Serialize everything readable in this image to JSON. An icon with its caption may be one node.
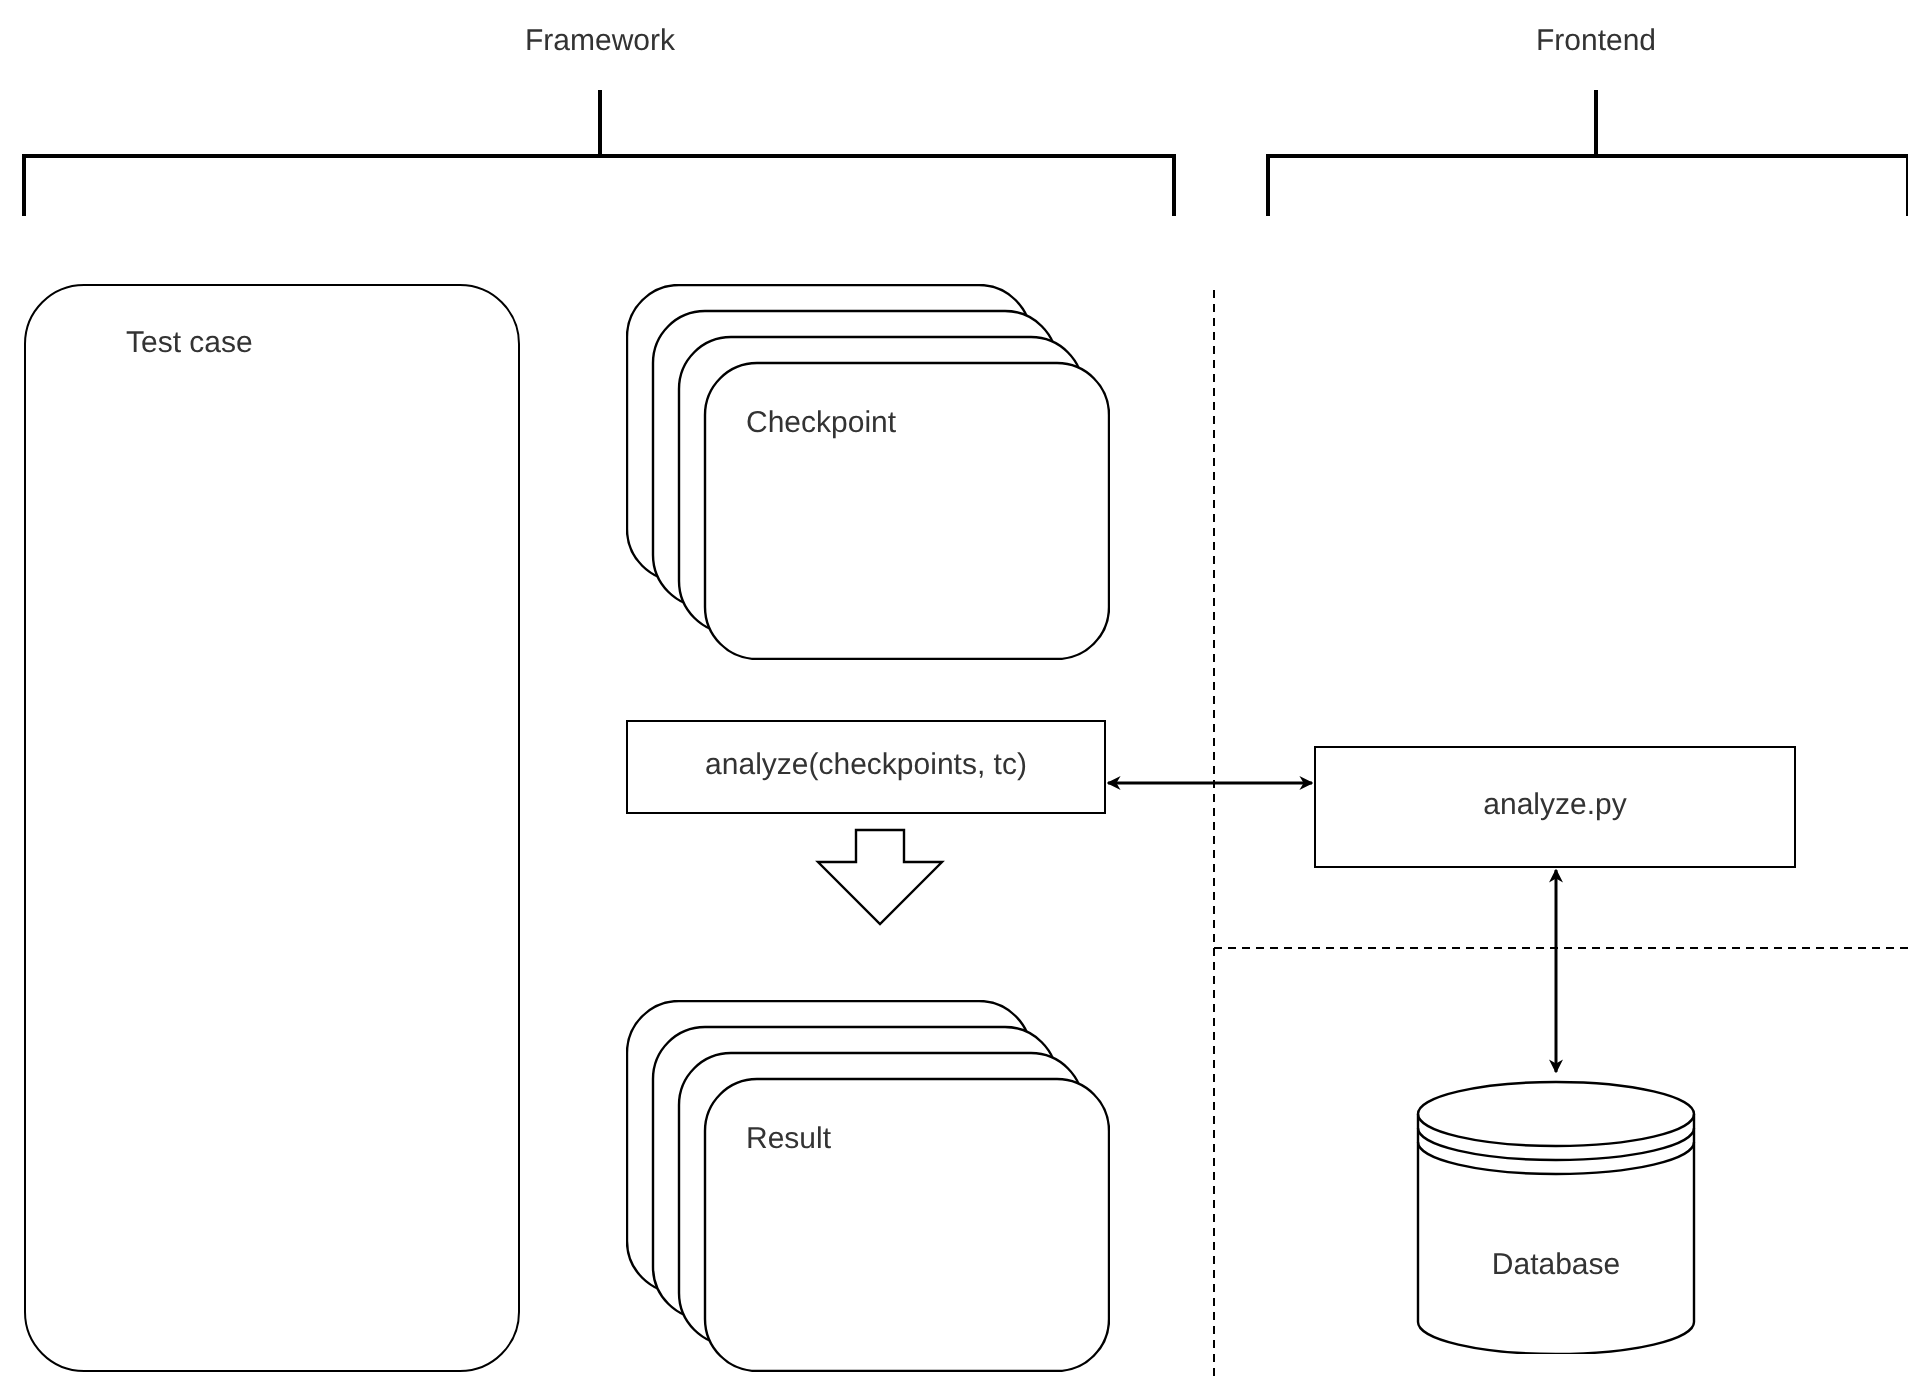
{
  "diagram": {
    "nodes": [
      {
        "text": [
          "Test case"
        ]
      },
      {
        "text": [
          "Checkpoint"
        ]
      },
      {
        "text": [
          "analyze(checkpoints, tc)"
        ]
      },
      {
        "text": [
          "Result"
        ]
      },
      {
        "text": [
          "analyze.py"
        ]
      },
      {
        "text": [
          "Database"
        ]
      }
    ],
    "edges": [
      {
        "from": 2,
        "to": 4,
        "arrow": "both"
      },
      {
        "from": 4,
        "to": 5,
        "arrow": "both"
      },
      {
        "from": 2,
        "to": 3,
        "arrow": "to",
        "style": "thick"
      }
    ],
    "labels": [
      "Framework",
      "Frontend"
    ]
  }
}
